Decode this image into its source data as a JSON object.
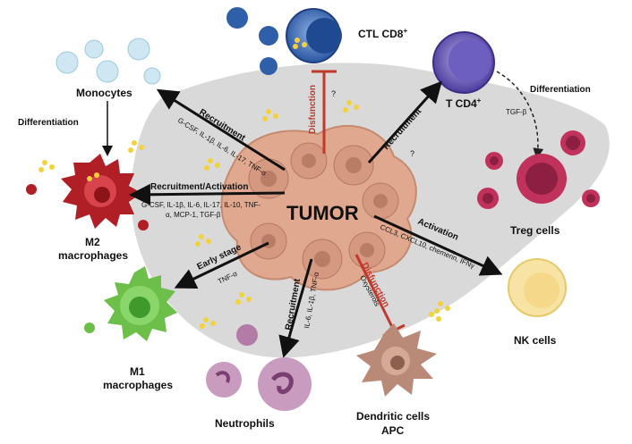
{
  "center": {
    "title": "TUMOR"
  },
  "cells": {
    "ctl": {
      "label": "CTL CD8",
      "sup": "+"
    },
    "tcd4": {
      "label": "T CD4",
      "sup": "+"
    },
    "monocytes": {
      "label": "Monocytes"
    },
    "m2": {
      "line1": "M2",
      "line2": "macrophages"
    },
    "m1": {
      "line1": "M1",
      "line2": "macrophages"
    },
    "neutrophils": {
      "label": "Neutrophils"
    },
    "dendritic": {
      "line1": "Dendritic cells",
      "line2": "APC"
    },
    "nk": {
      "label": "NK cells"
    },
    "treg": {
      "label": "Treg cells"
    }
  },
  "arrows": {
    "recruit_mono": {
      "label": "Recruitment",
      "factors": "G-CSF, IL-1β, IL-6, IL-17, TNF-α"
    },
    "recruit_m2": {
      "label": "Recruitment/Activation",
      "factors1": "G-CSF, IL-1β, IL-6, IL-17, IL-10, TNF-",
      "factors2": "α, MCP-1, TGF-β"
    },
    "early_m1": {
      "label": "Early stage",
      "factors": "TNF-α"
    },
    "recruit_neut": {
      "label": "Recruitment",
      "factors": "IL-6, IL-1β, TNF-α"
    },
    "disf_dc": {
      "label": "Disfunction",
      "factors": "Oxysterols"
    },
    "activation_nk": {
      "label": "Activation",
      "factors": "CCL3, CXCL10, chemerin, IFNγ"
    },
    "recruit_tcd4": {
      "label": "Recruitment"
    },
    "disf_ctl": {
      "label": "Disfunction"
    },
    "diff_mono": {
      "label": "Differentiation"
    },
    "diff_treg": {
      "label": "Differentiation",
      "factors": "TGF-β"
    },
    "question1": "?",
    "question2": "?"
  },
  "colors": {
    "liver": "#d9d9d9",
    "tumor": "#e0a98f",
    "ctl": "#2f5fa8",
    "tcd4": "#5e4fb0",
    "treg": "#c0325a",
    "m2": "#b01e26",
    "m1": "#6cc04a",
    "nk": "#f7e3a3",
    "dendritic": "#b98a78",
    "neutrophil": "#b37ba8",
    "monocyte": "#cfe7f2",
    "inhibit": "#c0392b"
  }
}
